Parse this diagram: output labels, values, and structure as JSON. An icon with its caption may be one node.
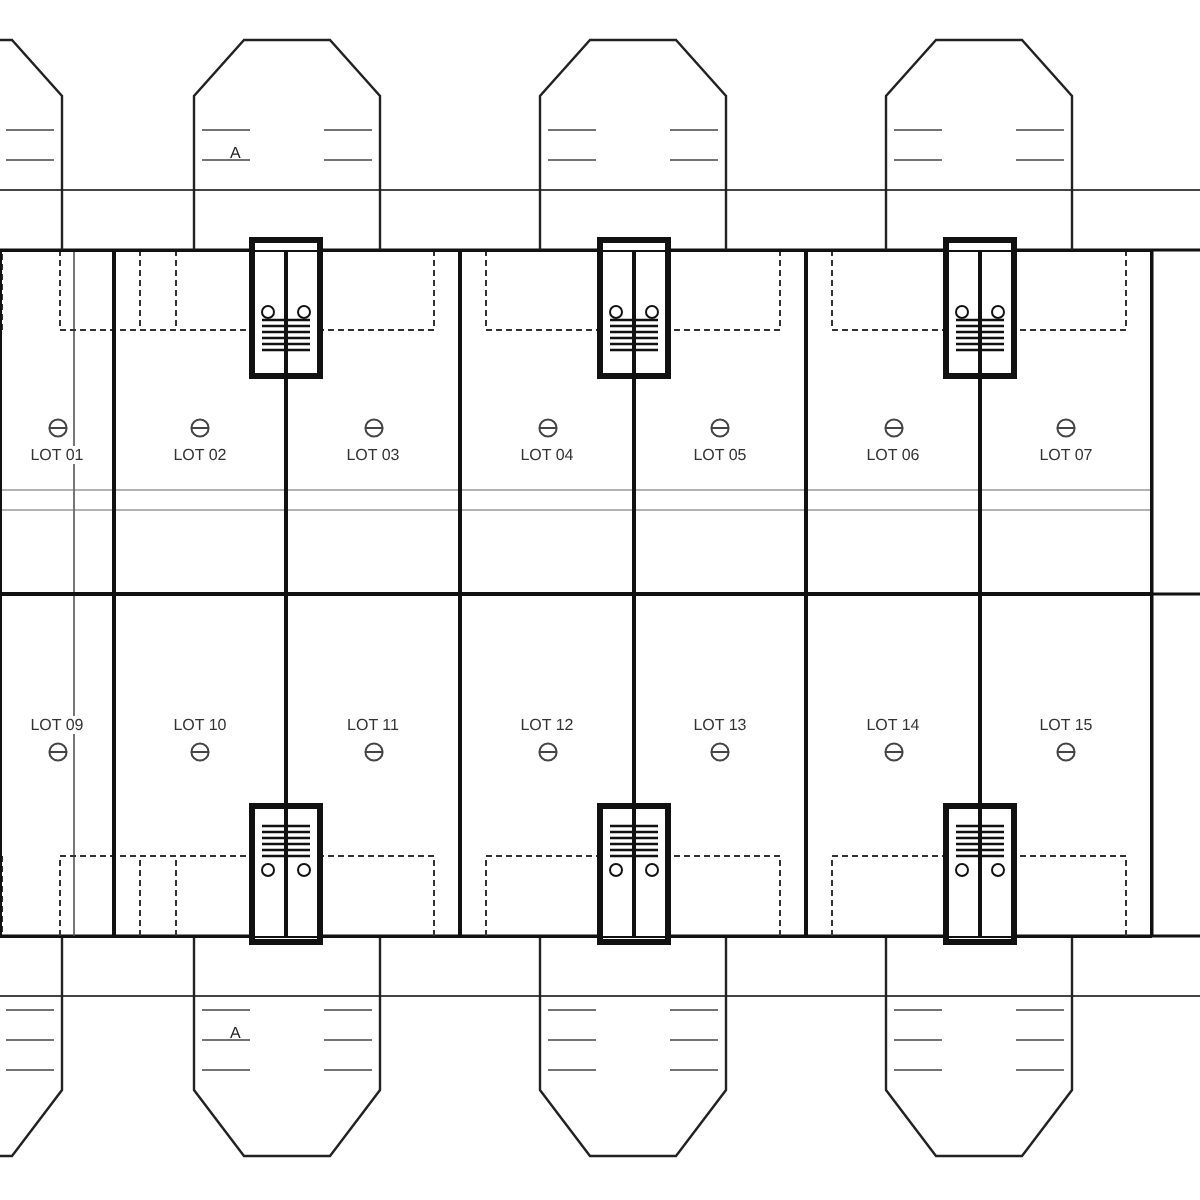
{
  "diagram": {
    "nodes": [
      {
        "text": [
          "LOT 01"
        ]
      },
      {
        "text": [
          "LOT 02"
        ]
      },
      {
        "text": [
          "LOT 03"
        ]
      },
      {
        "text": [
          "LOT 04"
        ]
      },
      {
        "text": [
          "LOT 05"
        ]
      },
      {
        "text": [
          "LOT 06"
        ]
      },
      {
        "text": [
          "LOT 07"
        ]
      },
      {
        "text": [
          "LOT 09"
        ]
      },
      {
        "text": [
          "LOT 10"
        ]
      },
      {
        "text": [
          "LOT 11"
        ]
      },
      {
        "text": [
          "LOT 12"
        ]
      },
      {
        "text": [
          "LOT 13"
        ]
      },
      {
        "text": [
          "LOT 14"
        ]
      },
      {
        "text": [
          "LOT 15"
        ]
      }
    ],
    "labels": [
      "A",
      "A"
    ]
  }
}
